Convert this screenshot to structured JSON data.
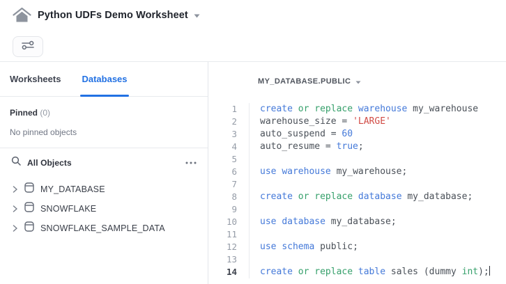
{
  "header": {
    "title": "Python UDFs Demo Worksheet"
  },
  "sidebar": {
    "tabs": [
      {
        "label": "Worksheets",
        "active": false
      },
      {
        "label": "Databases",
        "active": true
      }
    ],
    "pinned_label": "Pinned",
    "pinned_count": "(0)",
    "empty_text": "No pinned objects",
    "objects_header": "All Objects",
    "tree": [
      {
        "label": "MY_DATABASE"
      },
      {
        "label": "SNOWFLAKE"
      },
      {
        "label": "SNOWFLAKE_SAMPLE_DATA"
      }
    ]
  },
  "editor": {
    "context": "MY_DATABASE.PUBLIC",
    "active_line": 14,
    "cursor_line": 14,
    "lines": [
      {
        "n": 1,
        "tokens": [
          [
            "kw",
            "create"
          ],
          [
            "pl",
            " "
          ],
          [
            "g",
            "or"
          ],
          [
            "pl",
            " "
          ],
          [
            "g",
            "replace"
          ],
          [
            "pl",
            " "
          ],
          [
            "kw",
            "warehouse"
          ],
          [
            "pl",
            " my_warehouse"
          ]
        ]
      },
      {
        "n": 2,
        "tokens": [
          [
            "pl",
            "warehouse_size = "
          ],
          [
            "str",
            "'LARGE'"
          ]
        ]
      },
      {
        "n": 3,
        "tokens": [
          [
            "pl",
            "auto_suspend = "
          ],
          [
            "num",
            "60"
          ]
        ]
      },
      {
        "n": 4,
        "tokens": [
          [
            "pl",
            "auto_resume = "
          ],
          [
            "kw",
            "true"
          ],
          [
            "pl",
            ";"
          ]
        ]
      },
      {
        "n": 5,
        "tokens": []
      },
      {
        "n": 6,
        "tokens": [
          [
            "kw",
            "use"
          ],
          [
            "pl",
            " "
          ],
          [
            "kw",
            "warehouse"
          ],
          [
            "pl",
            " my_warehouse;"
          ]
        ]
      },
      {
        "n": 7,
        "tokens": []
      },
      {
        "n": 8,
        "tokens": [
          [
            "kw",
            "create"
          ],
          [
            "pl",
            " "
          ],
          [
            "g",
            "or"
          ],
          [
            "pl",
            " "
          ],
          [
            "g",
            "replace"
          ],
          [
            "pl",
            " "
          ],
          [
            "kw",
            "database"
          ],
          [
            "pl",
            " my_database;"
          ]
        ]
      },
      {
        "n": 9,
        "tokens": []
      },
      {
        "n": 10,
        "tokens": [
          [
            "kw",
            "use"
          ],
          [
            "pl",
            " "
          ],
          [
            "kw",
            "database"
          ],
          [
            "pl",
            " my_database;"
          ]
        ]
      },
      {
        "n": 11,
        "tokens": []
      },
      {
        "n": 12,
        "tokens": [
          [
            "kw",
            "use"
          ],
          [
            "pl",
            " "
          ],
          [
            "kw",
            "schema"
          ],
          [
            "pl",
            " public;"
          ]
        ]
      },
      {
        "n": 13,
        "tokens": []
      },
      {
        "n": 14,
        "tokens": [
          [
            "kw",
            "create"
          ],
          [
            "pl",
            " "
          ],
          [
            "g",
            "or"
          ],
          [
            "pl",
            " "
          ],
          [
            "g",
            "replace"
          ],
          [
            "pl",
            " "
          ],
          [
            "kw",
            "table"
          ],
          [
            "pl",
            " sales (dummy "
          ],
          [
            "g",
            "int"
          ],
          [
            "pl",
            ");"
          ]
        ]
      }
    ]
  },
  "icons": {
    "home": "house",
    "title_caret": "caret-down",
    "filters": "sliders-horizontal",
    "search": "magnifier",
    "more": "ellipsis",
    "tree_expand": "chevron-right",
    "database": "db-cylinder",
    "context_caret": "caret-down"
  },
  "colors": {
    "accent": "#2271e3",
    "keyword_blue": "#4479d9",
    "keyword_green": "#36a06b",
    "string_red": "#d14b45",
    "code_text": "#4a5058"
  }
}
